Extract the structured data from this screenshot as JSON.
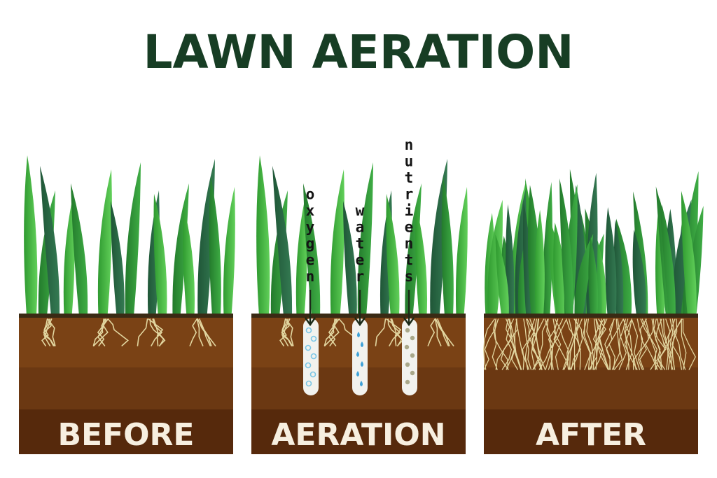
{
  "title": "LAWN AERATION",
  "panels": [
    {
      "id": "before",
      "label": "BEFORE"
    },
    {
      "id": "aeration",
      "label": "AERATION"
    },
    {
      "id": "after",
      "label": "AFTER"
    }
  ],
  "flows": [
    {
      "id": "oxygen",
      "label": "oxygen",
      "particle": "bubble"
    },
    {
      "id": "water",
      "label": "water",
      "particle": "droplet"
    },
    {
      "id": "nutrients",
      "label": "nutrients",
      "particle": "granule"
    }
  ],
  "colors": {
    "title": "#173d24",
    "soil_top": "#7a4215",
    "soil_mid": "#6b3812",
    "soil_bottom": "#56290c",
    "grass_light": "#3fb23a",
    "grass_mid": "#2f8f34",
    "grass_dark": "#2c6a44",
    "root": "#e2d6a0",
    "label_text": "#f7efe0"
  }
}
